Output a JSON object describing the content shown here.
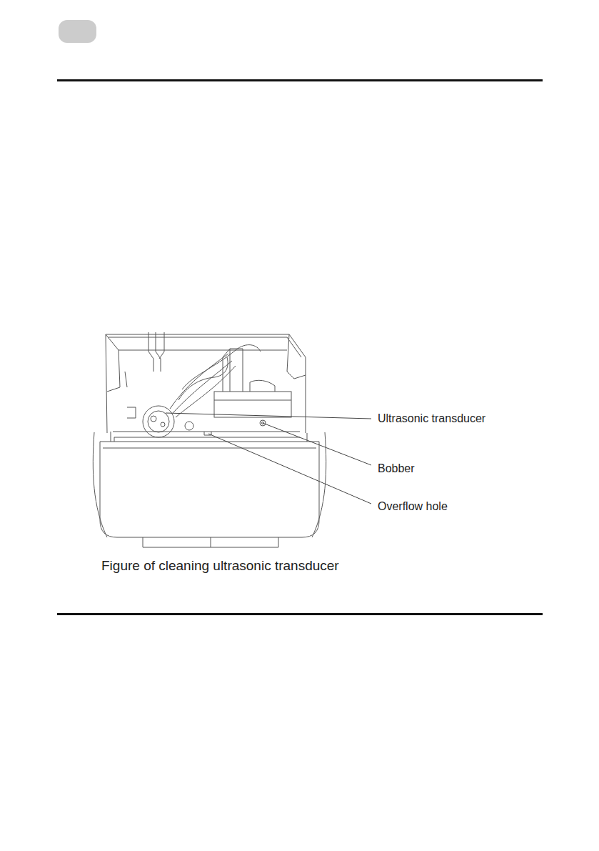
{
  "diagram": {
    "caption": "Figure of cleaning ultrasonic transducer",
    "labels": [
      "Ultrasonic transducer",
      "Bobber",
      "Overflow hole"
    ]
  }
}
